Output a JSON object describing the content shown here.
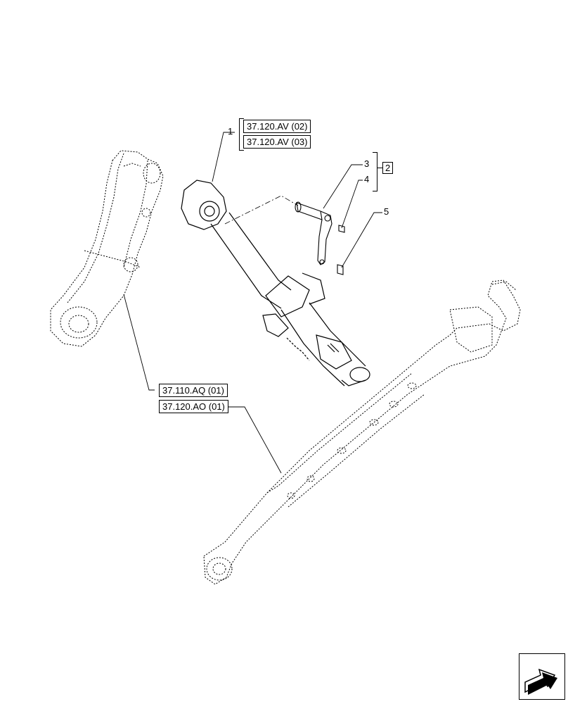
{
  "references": {
    "top_1": "37.120.AV (02)",
    "top_2": "37.120.AV (03)",
    "mid_1": "37.110.AQ (01)",
    "mid_2": "37.120.AO (01)"
  },
  "callouts": {
    "c1": "1",
    "c2": "2",
    "c3": "3",
    "c4": "4",
    "c5": "5"
  },
  "nav": {
    "icon": "next-page-arrow-icon"
  }
}
